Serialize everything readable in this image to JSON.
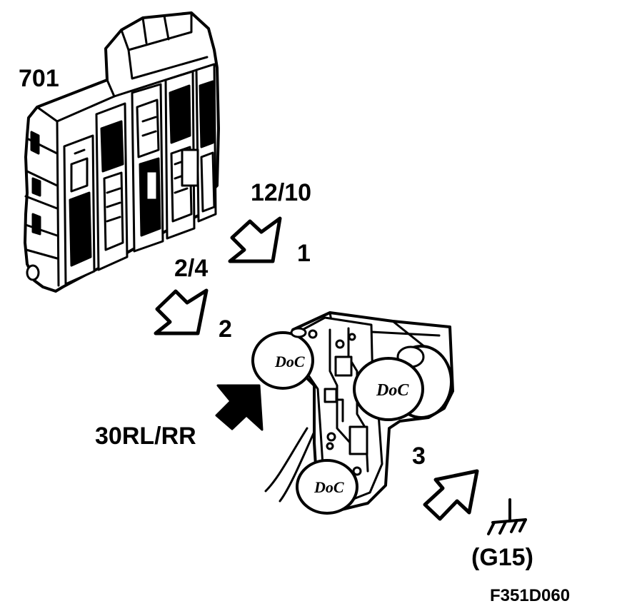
{
  "labels": {
    "component_701": "701",
    "connector_12_10": "12/10",
    "step_1": "1",
    "connector_2_4": "2/4",
    "step_2": "2",
    "wire_30rl_rr": "30RL/RR",
    "step_3": "3",
    "ground_g15": "(G15)",
    "figure_id": "F351D060"
  },
  "bulb_text": "DoC",
  "colors": {
    "ink": "#000000",
    "paper": "#ffffff"
  }
}
